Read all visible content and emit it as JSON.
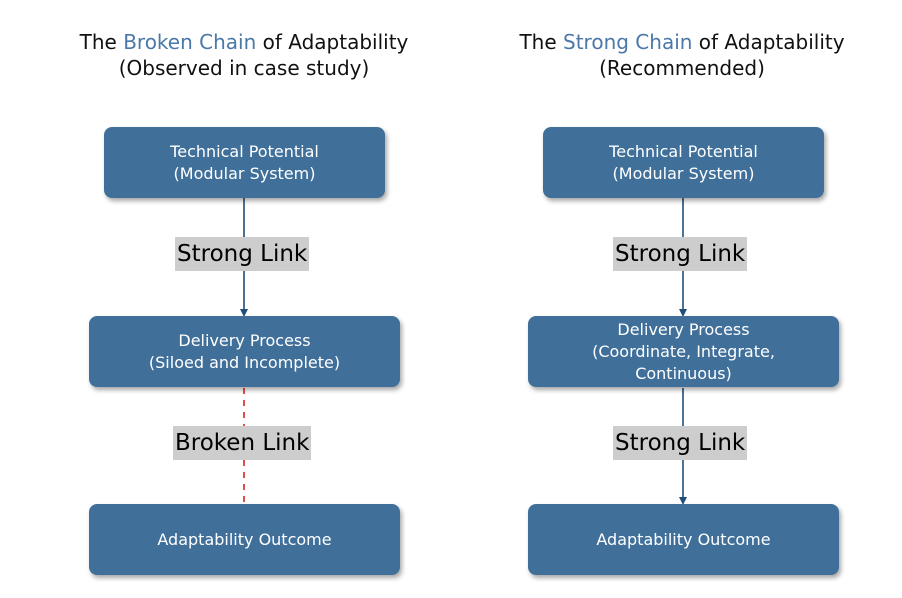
{
  "left": {
    "title_pre": "The ",
    "title_highlight": "Broken Chain",
    "title_post": " of Adaptability",
    "subtitle": "(Observed in case study)",
    "box1": [
      "Technical Potential",
      "(Modular System)"
    ],
    "link1": "Strong Link",
    "box2": [
      "Delivery Process",
      "(Siloed and Incomplete)"
    ],
    "link2": "Broken Link",
    "box3": [
      "Adaptability Outcome"
    ]
  },
  "right": {
    "title_pre": "The ",
    "title_highlight": "Strong Chain",
    "title_post": " of Adaptability",
    "subtitle": "(Recommended)",
    "box1": [
      "Technical Potential",
      "(Modular System)"
    ],
    "link1": "Strong Link",
    "box2": [
      "Delivery Process",
      "(Coordinate, Integrate,",
      "Continuous)"
    ],
    "link2": "Strong Link",
    "box3": [
      "Adaptability Outcome"
    ]
  },
  "colors": {
    "title_highlight": "#4a78a8",
    "box_fill": "#40709a",
    "link_label_bg": "#cdcdcd",
    "strong_line": "#1f4e79",
    "broken_line": "#e02020"
  }
}
